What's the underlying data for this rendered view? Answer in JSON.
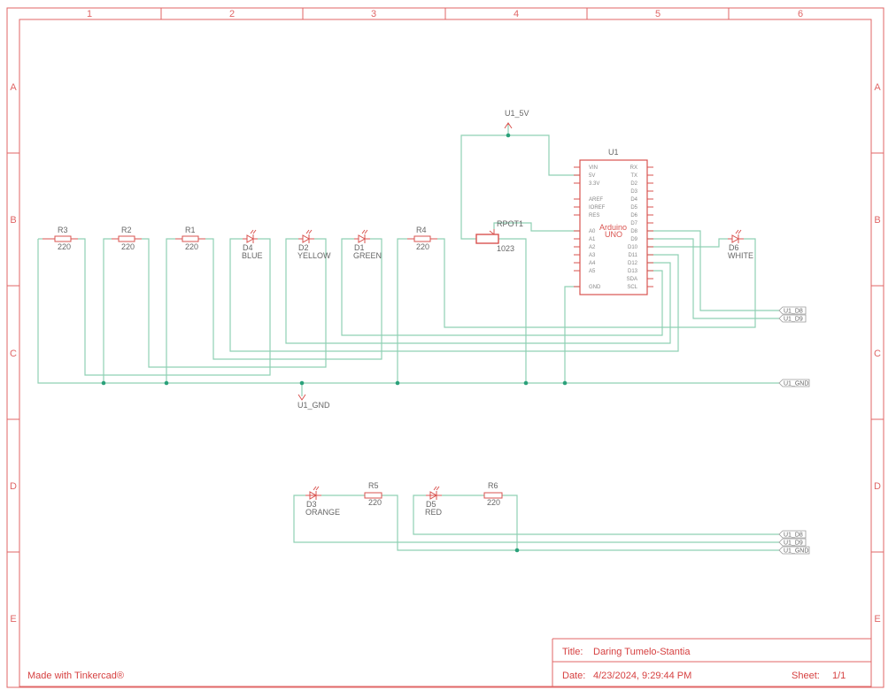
{
  "frame": {
    "columns": [
      "1",
      "2",
      "3",
      "4",
      "5",
      "6"
    ],
    "rows": [
      "A",
      "B",
      "C",
      "D",
      "E"
    ]
  },
  "title_block": {
    "title_label": "Title:",
    "title_value": "Daring Tumelo-Stantia",
    "date_label": "Date:",
    "date_value": "4/23/2024, 9:29:44 PM",
    "sheet_label": "Sheet:",
    "sheet_value": "1/1"
  },
  "credit": "Made with Tinkercad®",
  "components": {
    "r3": {
      "ref": "R3",
      "value": "220"
    },
    "r2": {
      "ref": "R2",
      "value": "220"
    },
    "r1": {
      "ref": "R1",
      "value": "220"
    },
    "r4": {
      "ref": "R4",
      "value": "220"
    },
    "r5": {
      "ref": "R5",
      "value": "220"
    },
    "r6": {
      "ref": "R6",
      "value": "220"
    },
    "d4": {
      "ref": "D4",
      "value": "BLUE"
    },
    "d2": {
      "ref": "D2",
      "value": "YELLOW"
    },
    "d1": {
      "ref": "D1",
      "value": "GREEN"
    },
    "d6": {
      "ref": "D6",
      "value": "WHITE"
    },
    "d3": {
      "ref": "D3",
      "value": "ORANGE"
    },
    "d5": {
      "ref": "D5",
      "value": "RED"
    },
    "rpot": {
      "ref": "RPOT1",
      "value": "1023"
    },
    "u1": {
      "ref": "U1",
      "name_line1": "Arduino",
      "name_line2": "UNO",
      "left_pins": [
        "VIN",
        "5V",
        "3.3V",
        "AREF",
        "IOREF",
        "RES",
        "A0",
        "A1",
        "A2",
        "A3",
        "A4",
        "A5",
        "GND"
      ],
      "right_pins": [
        "RX",
        "TX",
        "D2",
        "D3",
        "D4",
        "D5",
        "D6",
        "D7",
        "D8",
        "D9",
        "D10",
        "D11",
        "D12",
        "D13",
        "SDA",
        "SCL"
      ]
    }
  },
  "nets": {
    "vcc": "U1_5V",
    "gnd_symbol": "U1_GND",
    "tag_d8": "U1_D8",
    "tag_d9": "U1_D9",
    "tag_gnd": "U1_GND",
    "tag_d8_b": "U1_D8",
    "tag_d9_b": "U1_D9",
    "tag_gnd_b": "U1_GND"
  },
  "colors": {
    "frame": "#e06666",
    "wire": "#8fd0b4",
    "component": "#d9534f",
    "junction": "#2aa17a"
  }
}
